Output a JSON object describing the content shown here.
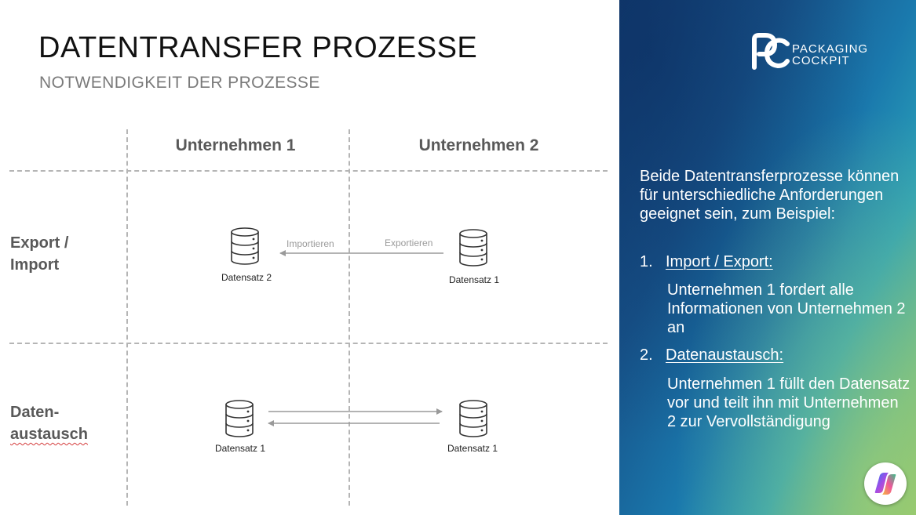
{
  "slide": {
    "title": "DATENTRANSFER PROZESSE",
    "subtitle": "NOTWENDIGKEIT DER PROZESSE"
  },
  "table": {
    "columns": [
      "Unternehmen 1",
      "Unternehmen 2"
    ],
    "rows": [
      {
        "label_line1": "Export /",
        "label_line2": "Import",
        "left_db": "Datensatz 2",
        "right_db": "Datensatz 1",
        "arrow_left_label": "Importieren",
        "arrow_right_label": "Exportieren"
      },
      {
        "label_line1": "Daten-",
        "label_line2": "austausch",
        "left_db": "Datensatz 1",
        "right_db": "Datensatz 1"
      }
    ]
  },
  "logo": {
    "line1": "PACKAGING",
    "line2": "COCKPIT"
  },
  "panel": {
    "intro": "Beide Datentransferprozesse können für unterschiedliche Anforderungen geeignet sein, zum Beispiel:",
    "items": [
      {
        "number": "1.",
        "title": "Import / Export:",
        "description": "Unternehmen 1 fordert alle Informationen von Unternehmen 2 an"
      },
      {
        "number": "2.",
        "title": "Datenaustausch:",
        "description": "Unternehmen 1 füllt den Datensatz vor und teilt ihn mit Unternehmen 2 zur Vervollständigung"
      }
    ]
  },
  "colors": {
    "panel_dark": "#123e73",
    "panel_mid": "#1a79ad",
    "panel_light": "#8bc470",
    "grid_line": "#b5b5b5",
    "header_text": "#595959",
    "arrow": "#9a9a9a"
  },
  "icons": {
    "database": "database-icon",
    "copilot": "copilot-icon"
  }
}
